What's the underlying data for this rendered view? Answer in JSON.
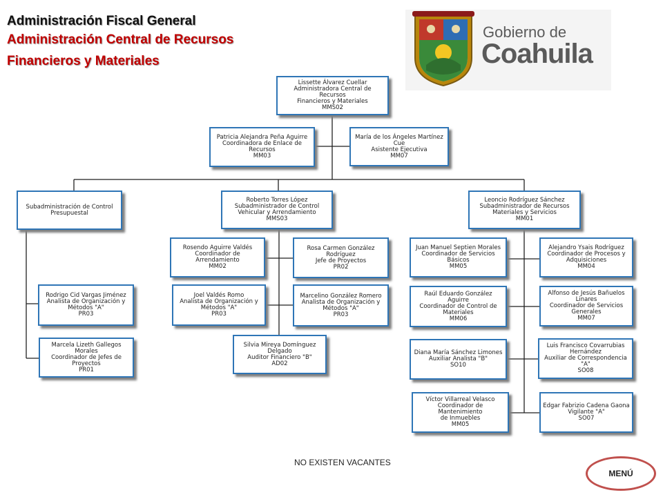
{
  "header": {
    "line1": "Administración Fiscal General",
    "line2": "Administración Central de Recursos",
    "line3": "Financieros y Materiales"
  },
  "logo": {
    "text1": "Gobierno de",
    "text2": "Coahuila"
  },
  "colors": {
    "box_border": "#2e75b6",
    "title_red": "#c00000",
    "menu_border": "#c0504d"
  },
  "org": {
    "root": "Lissette Álvarez Cuellar\nAdministradora Central de Recursos\nFinancieros y Materiales\nMMS02",
    "enlace": "Patricia Alejandra Peña Aguirre\nCoordinadora de Enlace de\nRecursos\nMM03",
    "asistente": "María de los Ángeles Martínez Cue\nAsistente Ejecutiva\nMM07",
    "sub_control": "Subadministración de Control\nPresupuestal",
    "sub_vehicular": "Roberto Torres López\nSubadministrador de Control\nVehicular y Arrendamiento\nMMS03",
    "sub_materiales": "Leoncio Rodríguez Sánchez\nSubadministrador de Recursos\nMateriales y Servicios\nMM01",
    "cid": "Rodrigo Cid Vargas Jiménez\nAnalista de Organización y\nMétodos \"A\"\nPR03",
    "gallegos": "Marcela Lizeth Gallegos Morales\nCoordinador de Jefes de\nProyectos\nPR01",
    "aguirre": "Rosendo Aguirre Valdés\nCoordinador de Arrendamiento\nMM02",
    "gonzalez_rodriguez": "Rosa Carmen González Rodríguez\nJefe de Proyectos\nPR02",
    "valdes": "Joel Valdés Romo\nAnalista de Organización y\nMétodos \"A\"\nPR03",
    "gonzalez_romero": "Marcelino González Romero\nAnalista de Organización y\nMétodos \"A\"\nPR03",
    "dominguez": "Silvia Mireya Domínguez\nDelgado\nAuditor Financiero \"B\"\nAD02",
    "septien": "Juan Manuel Septien Morales\nCoordinador de Servicios Básicos\nMM05",
    "ysais": "Alejandro Ysais Rodríguez\nCoordinador de Procesos y\nAdquisiciones\nMM04",
    "gonzalez_aguirre": "Raúl Eduardo González Aguirre\nCoordinador de Control de\nMateriales\nMM06",
    "banuelos": "Alfonso de Jesús Bañuelos\nLinares\nCoordinador de Servicios\nGenerales\nMM07",
    "sanchez": "Diana María Sánchez Limones\nAuxiliar Analista \"B\"\nSO10",
    "covarrubias": "Luis Francisco Covarrubias\nHernández\nAuxiliar de Correspondencia \"A\"\nSO08",
    "villarreal": "Víctor Villarreal Velasco\nCoordinador de Mantenimiento\nde Inmuebles\nMM05",
    "cadena": "Edgar Fabrizio Cadena Gaona\nVigilante \"A\"\nSO07"
  },
  "footer": {
    "vacantes": "NO EXISTEN VACANTES",
    "menu_label": "MENÚ"
  }
}
